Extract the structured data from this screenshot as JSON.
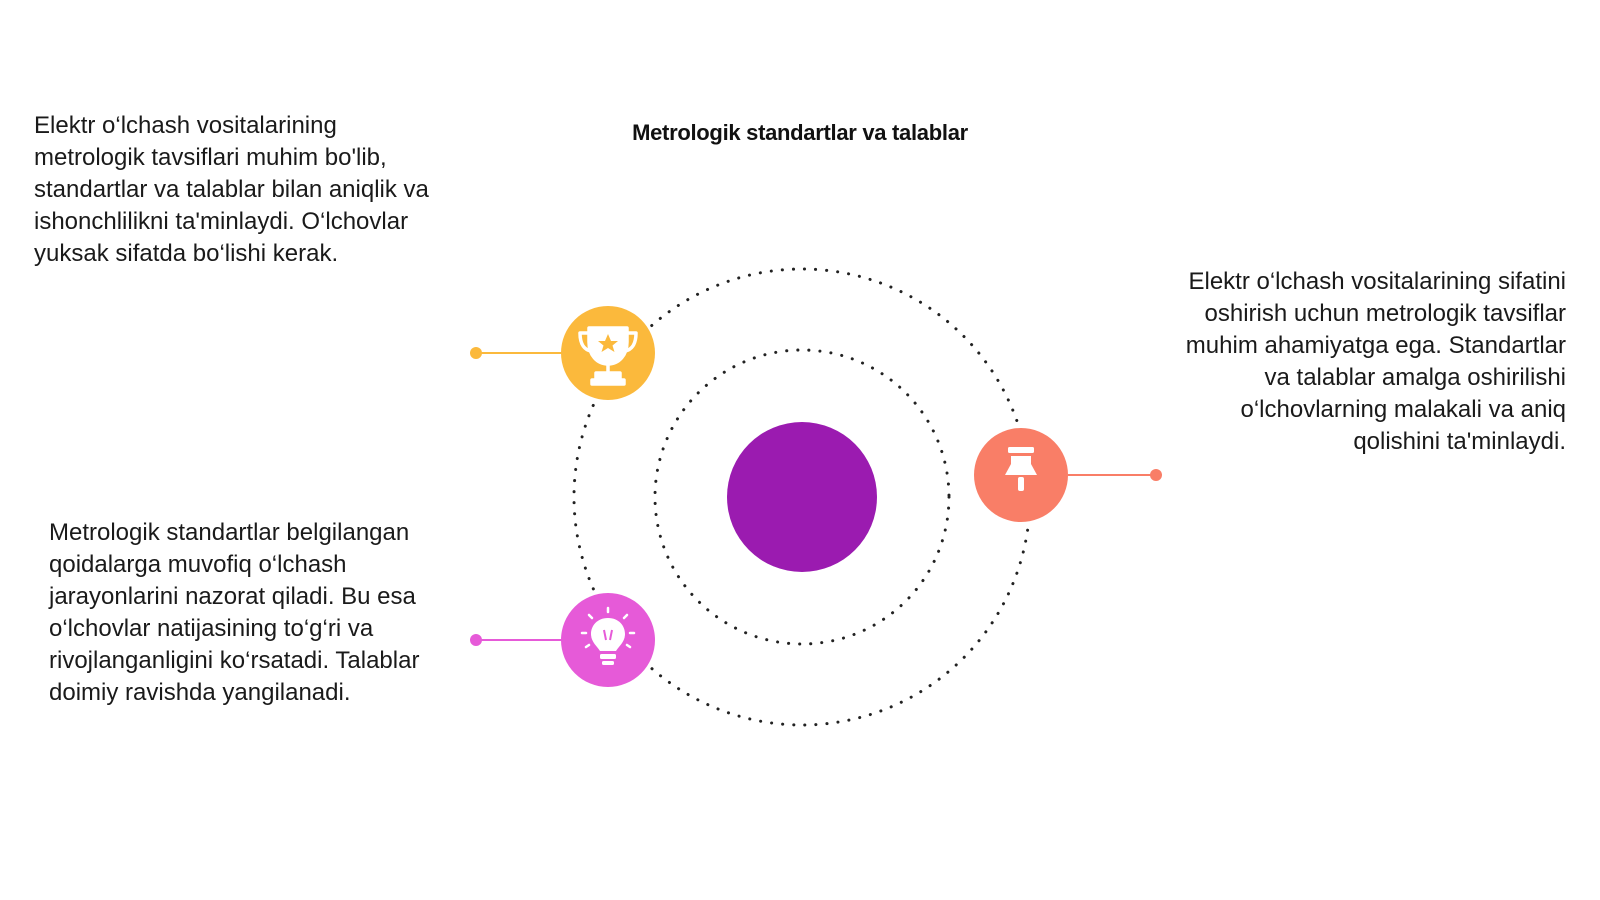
{
  "title": "Metrologik standartlar va talablar",
  "items": [
    {
      "id": "top-left",
      "icon": "trophy-icon",
      "color": "#FBB93C",
      "text": "Elektr o‘lchash vositalarining metrologik tavsiflari muhim bo'lib, standartlar va talablar bilan aniqlik va ishonchlilikni ta'minlaydi. O‘lchovlar yuksak sifatda bo‘lishi kerak."
    },
    {
      "id": "right",
      "icon": "pin-icon",
      "color": "#F97E67",
      "text": "Elektr o‘lchash vositalarining sifatini oshirish uchun metrologik tavsiflar muhim ahamiyatga ega. Standartlar va talablar amalga oshirilishi o‘lchovlarning malakali va aniq qolishini ta'minlaydi."
    },
    {
      "id": "bottom-left",
      "icon": "lightbulb-icon",
      "color": "#E65AD8",
      "text": "Metrologik standartlar belgilangan qoidalarga muvofiq o‘lchash jarayonlarini nazorat qiladi. Bu esa o‘lchovlar natijasining to‘g‘ri va rivojlanganligini ko‘rsatadi. Talablar doimiy ravishda yangilanadi."
    }
  ],
  "center_color": "#9B1BB0"
}
